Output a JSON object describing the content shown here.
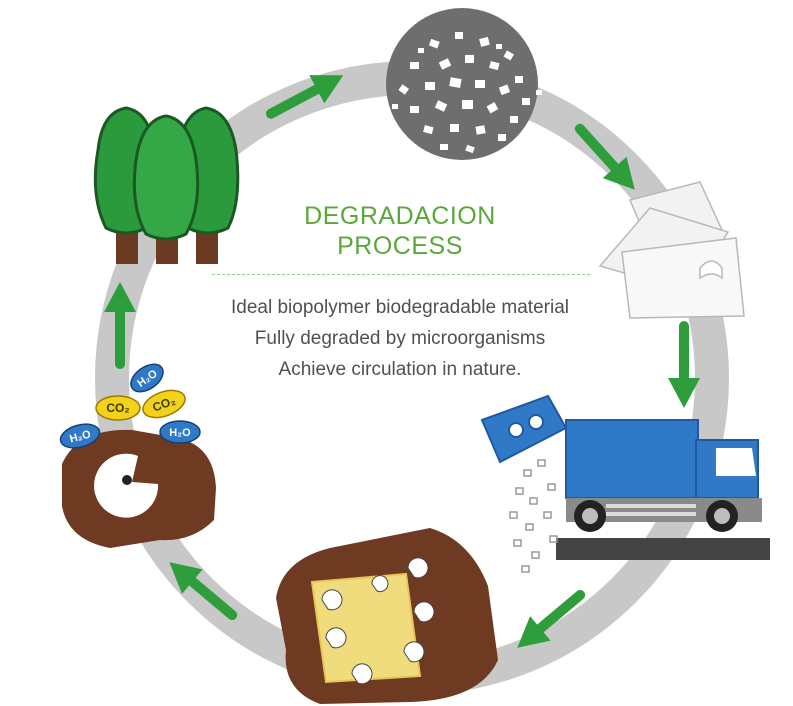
{
  "title": {
    "line1": "DEGRADACION",
    "line2": "PROCESS"
  },
  "description": [
    "Ideal biopolymer biodegradable material",
    "Fully degraded by microorganisms",
    "Achieve circulation in nature."
  ],
  "molecules": {
    "h2o": "H₂O",
    "co2": "CO₂"
  },
  "colors": {
    "title": "#5aa83a",
    "ring": "#c8c8c8",
    "arrow": "#2e9e3c",
    "soil": "#6e3a22",
    "truck": "#2f79c6",
    "h2o_badge": "#2f79c6",
    "co2_badge": "#f2d21a",
    "text": "#505050"
  }
}
